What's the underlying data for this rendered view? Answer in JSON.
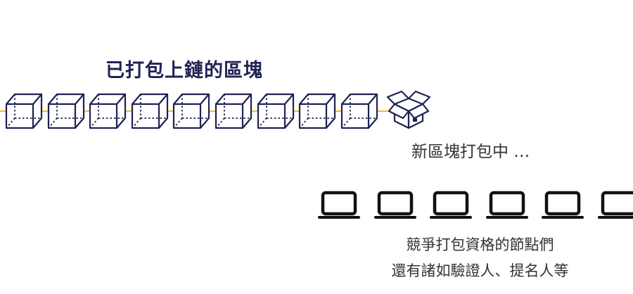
{
  "chain": {
    "title": "已打包上鏈的區塊",
    "block_count": 9,
    "line_color": "#f0c020",
    "block_color": "#1f2253",
    "block_icon": "cube-icon"
  },
  "pending": {
    "icon": "open-box-icon",
    "label": "新區塊打包中 …"
  },
  "nodes": {
    "count": 6,
    "icon": "laptop-icon",
    "caption_line1": "競爭打包資格的節點們",
    "caption_line2": "還有諸如驗證人、提名人等"
  }
}
